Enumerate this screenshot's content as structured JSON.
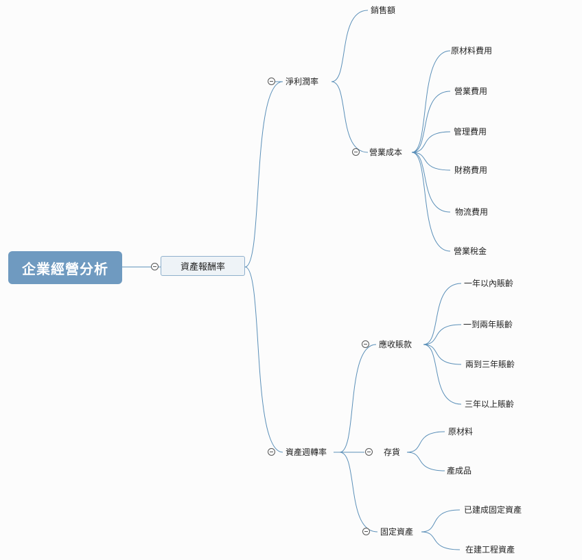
{
  "root": "企業經營分析",
  "main_topic": "資產報酬率",
  "branches": {
    "net_margin": "淨利潤率",
    "sales": "銷售額",
    "operating_cost": "營業成本",
    "raw_material_cost": "原材料費用",
    "operating_expense": "營業費用",
    "admin_expense": "管理費用",
    "finance_expense": "財務費用",
    "logistics_expense": "物流費用",
    "business_tax": "營業稅金",
    "asset_turnover": "資產週轉率",
    "receivables": "應收賬款",
    "aging_1": "一年以內賬齡",
    "aging_2": "一到兩年賬齡",
    "aging_3": "兩到三年賬齡",
    "aging_4": "三年以上賬齡",
    "inventory": "存貨",
    "raw_materials": "原材料",
    "finished_goods": "產成品",
    "fixed_assets": "固定資產",
    "built_fixed_assets": "已建成固定資產",
    "construction_in_progress": "在建工程資產"
  },
  "colors": {
    "link": "#5a8fb8",
    "root_fill": "#6f9ac0",
    "main_fill": "#eef3f7",
    "main_border": "#8fb0cc"
  }
}
